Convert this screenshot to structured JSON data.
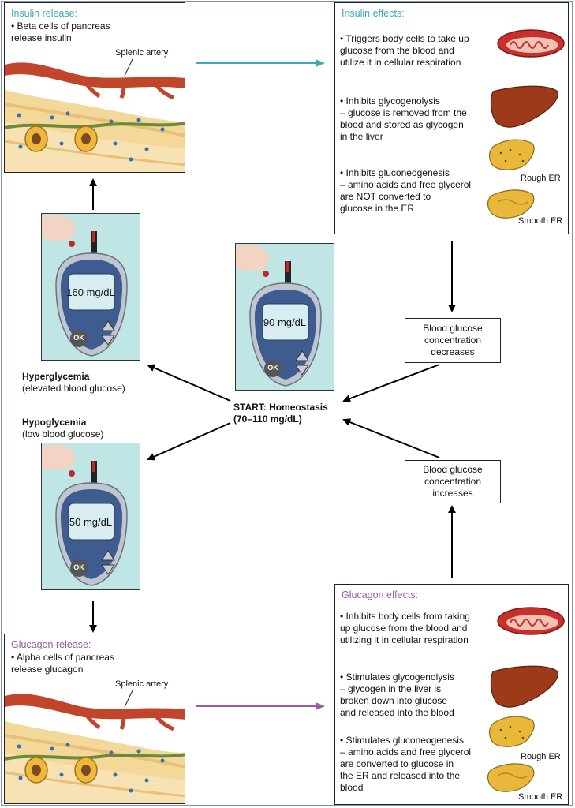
{
  "insulin_release": {
    "title": "Insulin release:",
    "bullet": "• Beta cells of pancreas\n   release insulin",
    "artery_label": "Splenic artery"
  },
  "insulin_effects": {
    "title": "Insulin effects:",
    "item1": "• Triggers body cells to take up\n   glucose from the blood and\n   utilize it in cellular respiration",
    "item2": "• Inhibits glycogenolysis\n   – glucose is removed from the\n   blood and stored as glycogen\n   in the liver",
    "item3": "• Inhibits gluconeogenesis\n   – amino acids and free glycerol\n   are NOT converted to\n   glucose in the ER",
    "rough_er": "Rough ER",
    "smooth_er": "Smooth ER"
  },
  "glucagon_release": {
    "title": "Glucagon release:",
    "bullet": "• Alpha cells of pancreas\n   release glucagon",
    "artery_label": "Splenic artery"
  },
  "glucagon_effects": {
    "title": "Glucagon effects:",
    "item1": "• Inhibits body cells from taking\n   up glucose from the blood and\n   utilizing it in cellular respiration",
    "item2": "• Stimulates glycogenolysis\n   – glycogen in the liver is\n   broken down into glucose\n   and released into the blood",
    "item3": "• Stimulates gluconeogenesis\n   – amino acids and free glycerol\n   are converted to glucose in\n   the ER and released into the\n   blood",
    "rough_er": "Rough ER",
    "smooth_er": "Smooth ER"
  },
  "meters": {
    "high": "160 mg/dL",
    "normal": "90 mg/dL",
    "low": "50 mg/dL",
    "ok_label": "OK"
  },
  "states": {
    "hyper_title": "Hyperglycemia",
    "hyper_sub": "(elevated blood glucose)",
    "hypo_title": "Hypoglycemia",
    "hypo_sub": "(low blood glucose)",
    "start_line1": "START: Homeostasis",
    "start_line2": "(70–110 mg/dL)"
  },
  "labels": {
    "decreases": "Blood glucose\nconcentration\ndecreases",
    "increases": "Blood glucose\nconcentration\nincreases"
  },
  "colors": {
    "teal": "#3aa9b8",
    "purple": "#9a5aa8",
    "artery": "#c0452a",
    "meter_bg": "#bfe6e4",
    "meter_body": "#3e5c8f"
  }
}
